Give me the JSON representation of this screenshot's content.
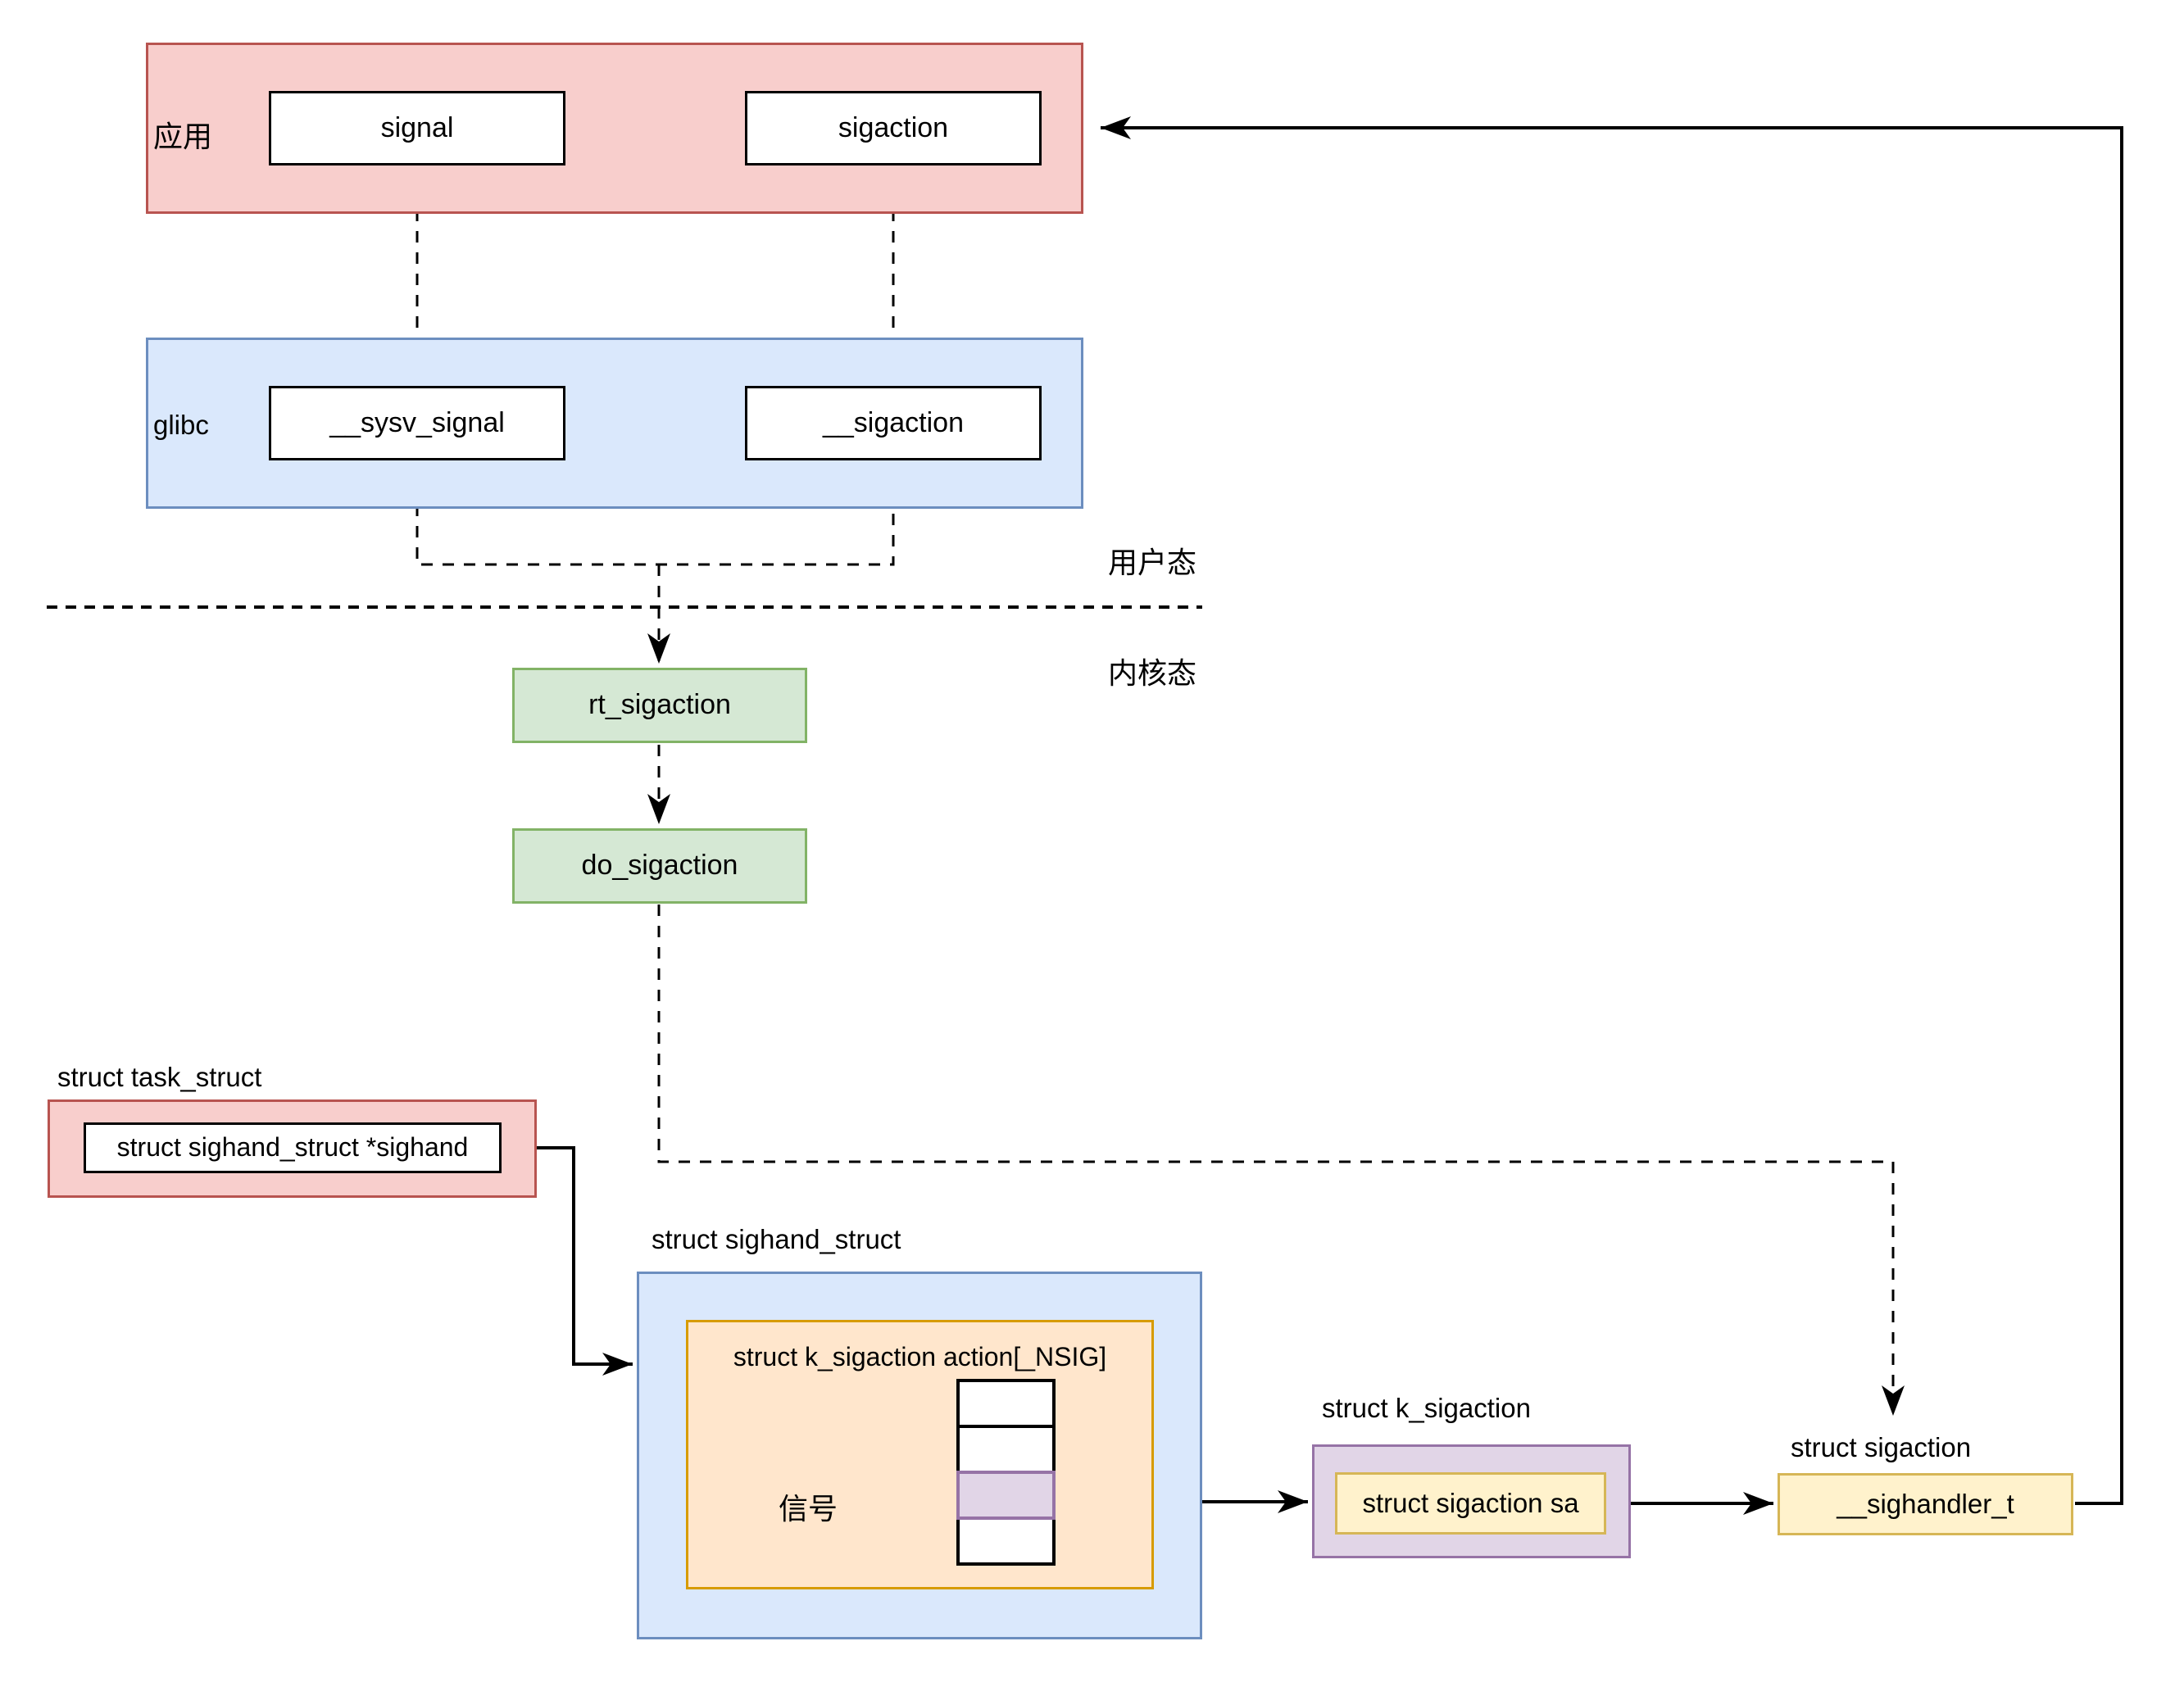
{
  "diagram": {
    "app_layer": {
      "label": "应用",
      "signal": "signal",
      "sigaction": "sigaction"
    },
    "glibc_layer": {
      "label": "glibc",
      "sysv_signal": "__sysv_signal",
      "sigaction": "__sigaction"
    },
    "mode_labels": {
      "user": "用户态",
      "kernel": "内核态"
    },
    "kernel_funcs": {
      "rt_sigaction": "rt_sigaction",
      "do_sigaction": "do_sigaction"
    },
    "task_struct": {
      "title": "struct task_struct",
      "field": "struct sighand_struct *sighand"
    },
    "sighand_struct": {
      "title": "struct sighand_struct",
      "array_title": "struct k_sigaction action[_NSIG]",
      "signal_label": "信号",
      "array_cells": 4,
      "highlighted_cell_index": 3
    },
    "k_sigaction": {
      "title": "struct k_sigaction",
      "field": "struct sigaction sa"
    },
    "sigaction_struct": {
      "title": "struct sigaction",
      "field": "__sighandler_t"
    },
    "colors": {
      "red_fill": "#f8cecc",
      "red_stroke": "#b85450",
      "blue_fill": "#dae8fc",
      "blue_stroke": "#6c8ebf",
      "green_fill": "#d5e8d4",
      "green_stroke": "#82b366",
      "orange_fill": "#ffe6cc",
      "orange_stroke": "#d79b00",
      "purple_fill": "#e1d5e7",
      "purple_stroke": "#9673a6",
      "yellow_fill": "#fff2cc",
      "yellow_stroke": "#d6b656",
      "line": "#000000"
    }
  }
}
